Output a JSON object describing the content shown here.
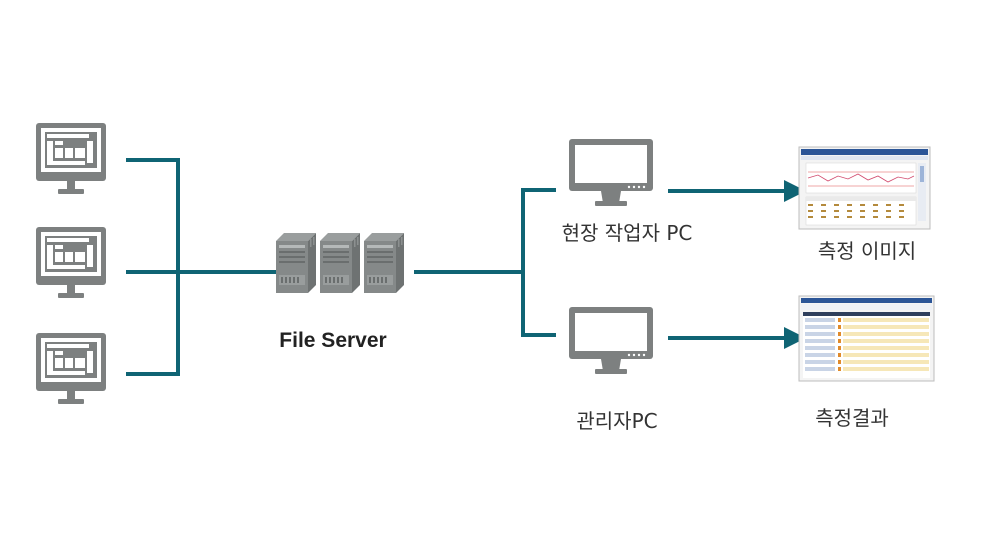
{
  "colors": {
    "line": "#0f6474",
    "icon": "#7d8080",
    "icon_dark": "#5e6262",
    "screen_bg": "#ffffff",
    "text": "#333333"
  },
  "labels": {
    "file_server": "File Server",
    "field_worker_pc": "현장 작업자 PC",
    "admin_pc": "관리자PC",
    "measurement_image": "측정 이미지",
    "measurement_result": "측정결과"
  },
  "icons": {
    "client": "desktop-computer-icon",
    "server": "server-tower-icon",
    "monitor": "monitor-icon",
    "chart_thumb": "chart-screenshot-thumbnail",
    "table_thumb": "table-screenshot-thumbnail"
  }
}
